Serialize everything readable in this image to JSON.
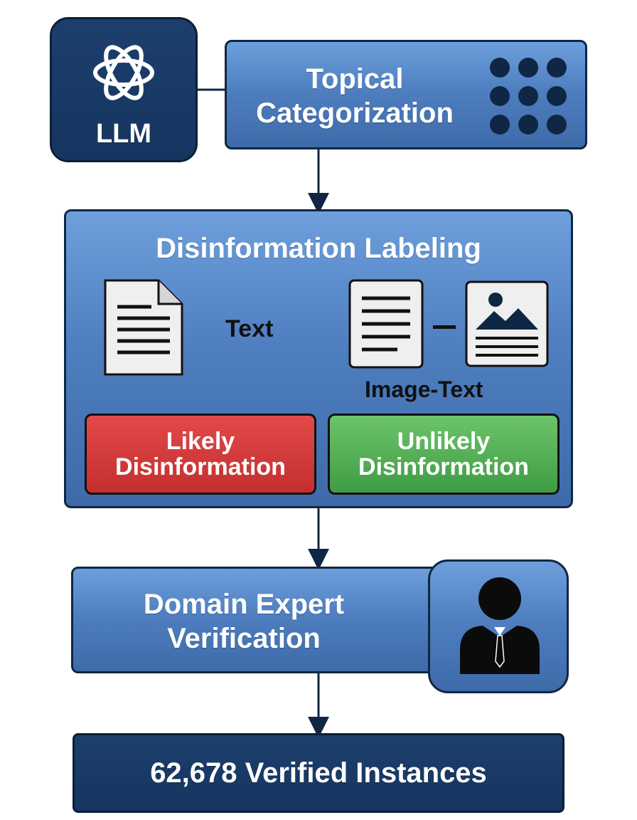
{
  "llm_box": {
    "label": "LLM",
    "icon": "openai-logo-icon"
  },
  "topical_box": {
    "title_line1": "Topical",
    "title_line2": "Categorization",
    "icon": "dot-grid-icon"
  },
  "labeling_panel": {
    "title": "Disinformation Labeling",
    "text_label": "Text",
    "image_text_label": "Image-Text",
    "likely": {
      "line1": "Likely",
      "line2": "Disinformation",
      "color": "#d93a3a"
    },
    "unlikely": {
      "line1": "Unlikely",
      "line2": "Disinformation",
      "color": "#4caf50"
    }
  },
  "expert_box": {
    "title_line1": "Domain Expert",
    "title_line2": "Verification",
    "icon": "person-suit-icon"
  },
  "result_box": {
    "label": "62,678 Verified Instances"
  },
  "colors": {
    "navy": "#163560",
    "panel_blue": "#4f7fc0",
    "red": "#d93a3a",
    "green": "#4caf50"
  }
}
